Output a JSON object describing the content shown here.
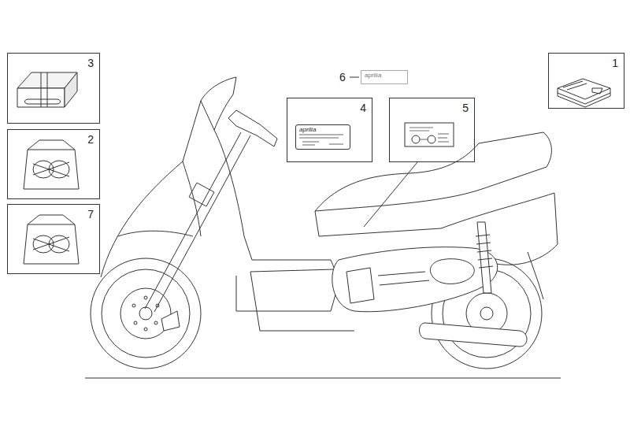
{
  "diagram": {
    "nodes": [
      {
        "text": [
          "3"
        ]
      },
      {
        "text": [
          "2"
        ]
      },
      {
        "text": [
          "7"
        ]
      },
      {
        "text": [
          "aprilia"
        ]
      },
      {
        "text": [
          "4"
        ]
      },
      {
        "text": [
          "aprilia"
        ],
        "in": 4
      },
      {
        "text": [
          "5"
        ]
      },
      {
        "text": [
          "1"
        ]
      }
    ],
    "edges": [],
    "labels": [
      "6"
    ]
  }
}
